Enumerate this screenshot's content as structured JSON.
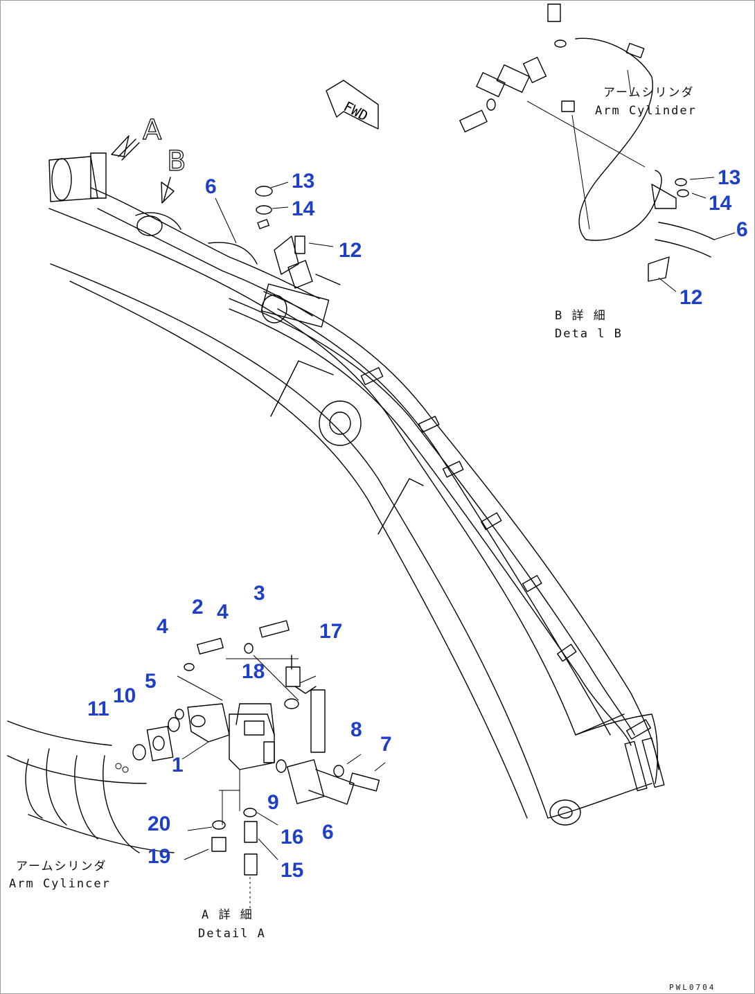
{
  "view_letters": {
    "a": "A",
    "b": "B"
  },
  "fwd_label": "FWD",
  "detail_b": {
    "title_jp": "B 詳 細",
    "title_en": "Deta l B",
    "arm_cylinder_jp": "アームシリンダ",
    "arm_cylinder_en": "Arm Cylinder"
  },
  "detail_a": {
    "title_jp": "A 詳 細",
    "title_en": "Detail A",
    "arm_cylinder_jp": "アームシリンダ",
    "arm_cylinder_en": "Arm Cylincer"
  },
  "callouts": {
    "c1": "1",
    "c2": "2",
    "c3": "3",
    "c4a": "4",
    "c4b": "4",
    "c5": "5",
    "c6_main": "6",
    "c6_b": "6",
    "c6_a": "6",
    "c7": "7",
    "c8": "8",
    "c9": "9",
    "c10": "10",
    "c11": "11",
    "c12_main": "12",
    "c12_b": "12",
    "c13_main": "13",
    "c13_b": "13",
    "c14_main": "14",
    "c14_b": "14",
    "c15": "15",
    "c16": "16",
    "c17": "17",
    "c18": "18",
    "c19": "19",
    "c20": "20"
  },
  "drawing_code": "PWL0704"
}
